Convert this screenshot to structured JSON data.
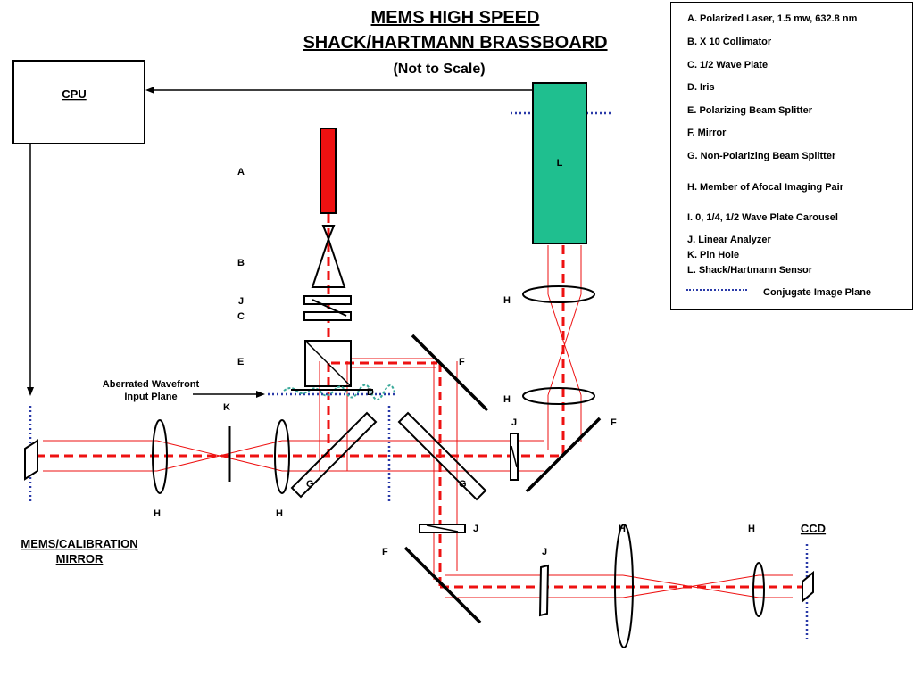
{
  "title_line1": "MEMS HIGH SPEED",
  "title_line2": "SHACK/HARTMANN BRASSBOARD",
  "subtitle": "(Not to Scale)",
  "blocks": {
    "cpu": "CPU",
    "laser_sensor": "L",
    "ccd": "CCD",
    "mems_line1": "MEMS/CALIBRATION",
    "mems_line2": "MIRROR",
    "wavefront_line1": "Aberrated Wavefront",
    "wavefront_line2": "Input Plane"
  },
  "labels": {
    "A": "A",
    "B": "B",
    "J1": "J",
    "C": "C",
    "E": "E",
    "K": "K",
    "D": "D",
    "F1": "F",
    "F2": "F",
    "F3": "F",
    "G1": "G",
    "G2": "G",
    "H1": "H",
    "H2": "H",
    "H3": "H",
    "H4": "H",
    "H5": "H",
    "H6": "H",
    "J2": "J",
    "J3": "J",
    "J4": "J"
  },
  "legend": {
    "items": [
      "A.   Polarized Laser, 1.5 mw, 632.8 nm",
      "B.  X 10 Collimator",
      "C.  1/2 Wave Plate",
      "D.  Iris",
      "E.  Polarizing Beam Splitter",
      "F.  Mirror",
      "G.  Non-Polarizing Beam Splitter",
      "H.  Member of Afocal Imaging Pair",
      "I.  0, 1/4, 1/2 Wave Plate Carousel",
      "J.  Linear Analyzer",
      "K. Pin Hole",
      "L. Shack/Hartmann Sensor"
    ],
    "conjugate_label": "Conjugate Image Plane"
  },
  "colors": {
    "laser": "#ee1111",
    "beam": "#ee1111",
    "sensor": "#1fbf8f",
    "conjugate": "#2a3aa8",
    "wavefront": "#3aaa9a"
  }
}
